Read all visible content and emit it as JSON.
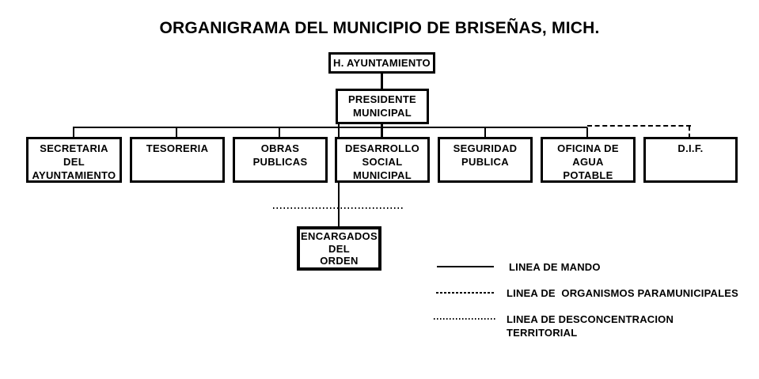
{
  "title": "ORGANIGRAMA DEL MUNICIPIO DE BRISEÑAS, MICH.",
  "colors": {
    "ink": "#000000",
    "background": "#ffffff"
  },
  "org": {
    "root": {
      "label": "H. AYUNTAMIENTO"
    },
    "executive": {
      "label": "PRESIDENTE\nMUNICIPAL"
    },
    "departments": [
      {
        "label": "SECRETARIA\nDEL\nAYUNTAMIENTO",
        "connection": "solid"
      },
      {
        "label": "TESORERIA",
        "connection": "solid"
      },
      {
        "label": "OBRAS\nPUBLICAS",
        "connection": "solid"
      },
      {
        "label": "DESARROLLO\nSOCIAL\nMUNICIPAL",
        "connection": "solid"
      },
      {
        "label": "SEGURIDAD\nPUBLICA",
        "connection": "solid"
      },
      {
        "label": "OFICINA DE\nAGUA\nPOTABLE",
        "connection": "solid"
      },
      {
        "label": "D.I.F.",
        "connection": "dashed"
      }
    ],
    "suboffice": {
      "label": "ENCARGADOS\nDEL\nORDEN",
      "connection": "solid-crossing-dotted"
    }
  },
  "legend": {
    "items": [
      {
        "style": "solid",
        "label": "LINEA DE MANDO"
      },
      {
        "style": "dashed",
        "label": "LINEA DE  ORGANISMOS PARAMUNICIPALES"
      },
      {
        "style": "dotted",
        "label": "LINEA DE DESCONCENTRACION\nTERRITORIAL"
      }
    ]
  }
}
